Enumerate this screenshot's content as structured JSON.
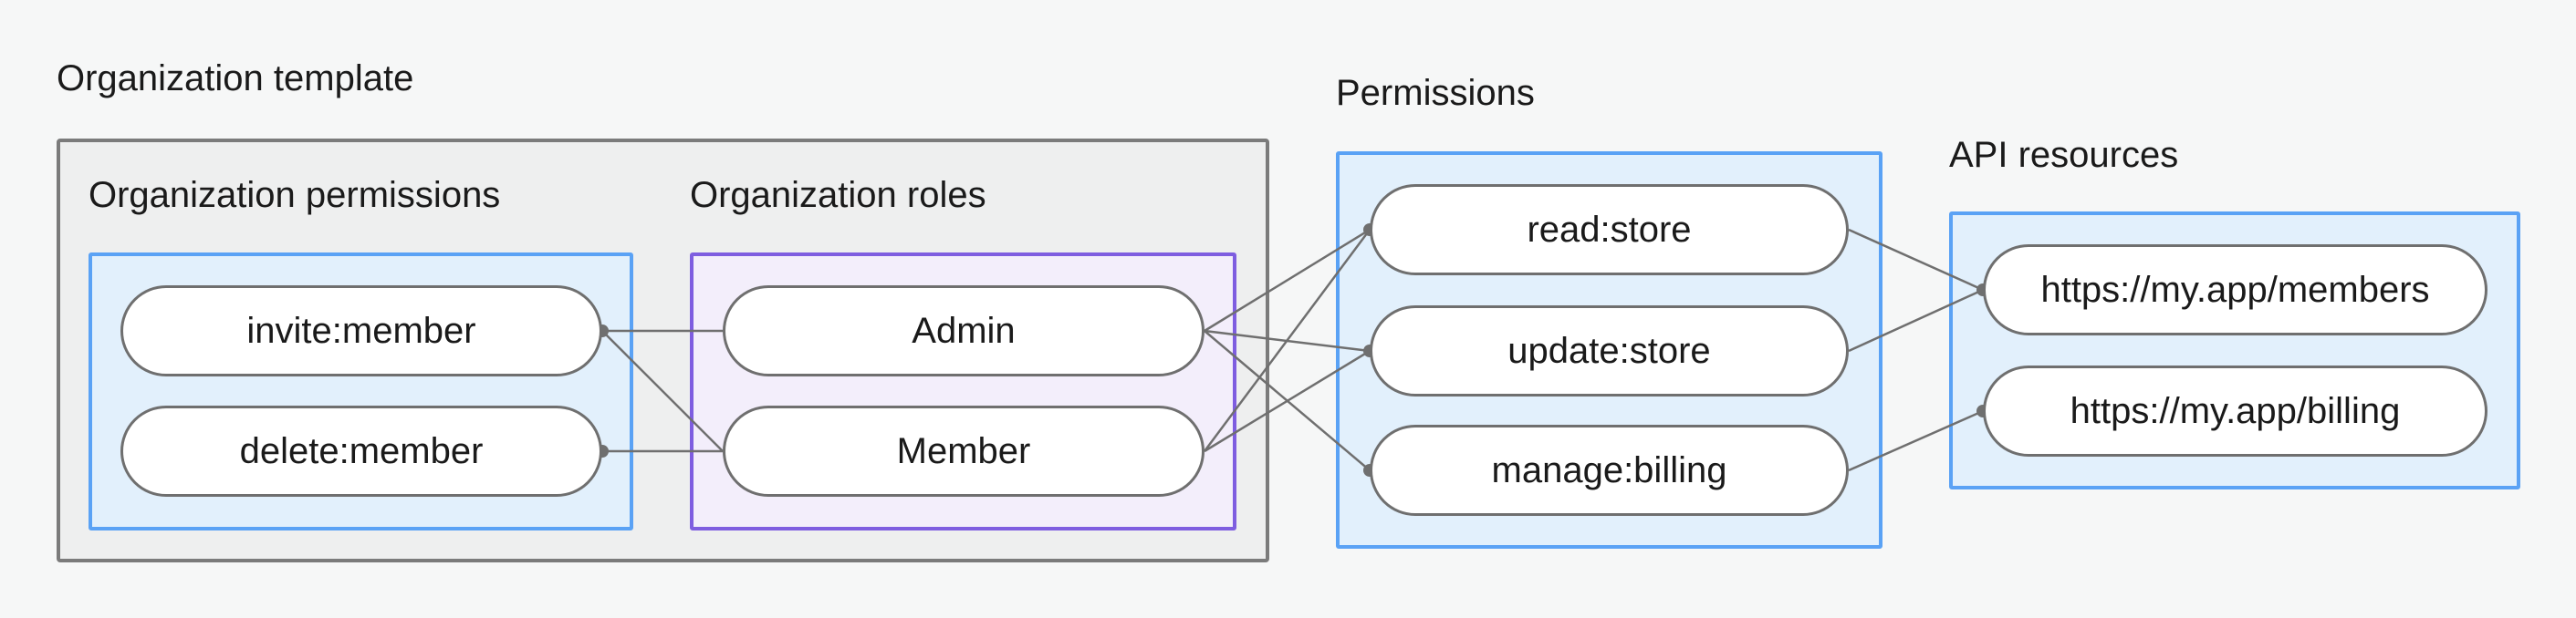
{
  "organization_template": {
    "title": "Organization template",
    "permissions_group": {
      "title": "Organization permissions",
      "items": [
        "invite:member",
        "delete:member"
      ]
    },
    "roles_group": {
      "title": "Organization roles",
      "items": [
        "Admin",
        "Member"
      ]
    }
  },
  "permissions": {
    "title": "Permissions",
    "items": [
      "read:store",
      "update:store",
      "manage:billing"
    ]
  },
  "api_resources": {
    "title": "API resources",
    "items": [
      "https://my.app/members",
      "https://my.app/billing"
    ]
  },
  "colors": {
    "template_border": "#7b7b7b",
    "permissions_border": "#5aa2f5",
    "roles_border": "#7e5de0",
    "connector": "#6f6f6f"
  }
}
